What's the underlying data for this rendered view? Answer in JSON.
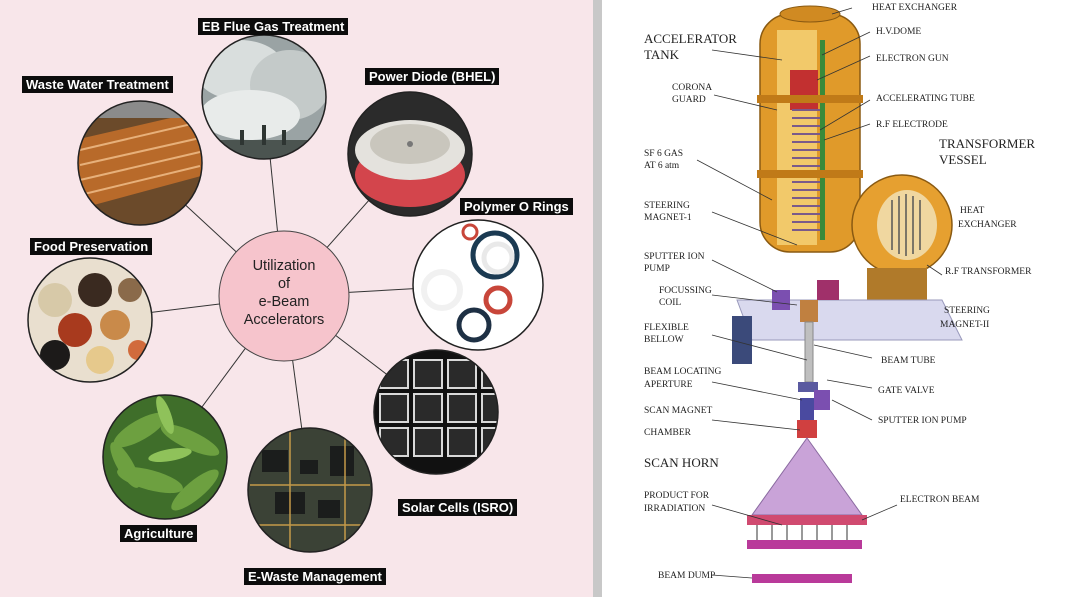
{
  "left_panel": {
    "center": {
      "line1": "Utilization",
      "line2": "of",
      "line3": "e-Beam",
      "line4": "Accelerators"
    },
    "applications": [
      {
        "label": "EB Flue Gas Treatment",
        "icon": "smokestack-photo"
      },
      {
        "label": "Power Diode (BHEL)",
        "icon": "diode-photo"
      },
      {
        "label": "Polymer O Rings",
        "icon": "o-rings-photo"
      },
      {
        "label": "Solar Cells (ISRO)",
        "icon": "solar-cells-photo"
      },
      {
        "label": "E-Waste Management",
        "icon": "circuit-board-photo"
      },
      {
        "label": "Agriculture",
        "icon": "leaves-photo"
      },
      {
        "label": "Food Preservation",
        "icon": "food-bowls-photo"
      },
      {
        "label": "Waste Water Treatment",
        "icon": "water-channel-photo"
      }
    ]
  },
  "right_panel": {
    "labels_big": {
      "accelerator_tank_1": "ACCELERATOR",
      "accelerator_tank_2": "TANK",
      "transformer_vessel_1": "TRANSFORMER",
      "transformer_vessel_2": "VESSEL",
      "scan_horn": "SCAN HORN"
    },
    "labels_small": {
      "heat_exchanger_top": "HEAT EXCHANGER",
      "hv_dome": "H.V.DOME",
      "electron_gun": "ELECTRON GUN",
      "corona_guard_1": "CORONA",
      "corona_guard_2": "GUARD",
      "accelerating_tube": "ACCELERATING TUBE",
      "rf_electrode": "R.F ELECTRODE",
      "sf6_gas_1": "SF 6 GAS",
      "sf6_gas_2": "AT 6 atm",
      "heat_exchanger_side_1": "HEAT",
      "heat_exchanger_side_2": "EXCHANGER",
      "steering_magnet_1a": "STEERING",
      "steering_magnet_1b": "MAGNET-1",
      "sputter_ion_pump_1a": "SPUTTER ION",
      "sputter_ion_pump_1b": "PUMP",
      "rf_transformer": "R.F TRANSFORMER",
      "focussing_coil_1": "FOCUSSING",
      "focussing_coil_2": "COIL",
      "steering_magnet_2a": "STEERING",
      "steering_magnet_2b": "MAGNET-II",
      "flexible_bellow_1": "FLEXIBLE",
      "flexible_bellow_2": "BELLOW",
      "beam_tube": "BEAM TUBE",
      "beam_locating_1": "BEAM LOCATING",
      "beam_locating_2": "APERTURE",
      "gate_valve": "GATE VALVE",
      "scan_magnet": "SCAN MAGNET",
      "sputter_ion_pump_2": "SPUTTER ION PUMP",
      "chamber": "CHAMBER",
      "product_1": "PRODUCT FOR",
      "product_2": "IRRADIATION",
      "electron_beam": "ELECTRON  BEAM",
      "beam_dump": "BEAM DUMP"
    }
  },
  "colors": {
    "left_background": "#f8e6ea",
    "center_circle": "#f6c4cc",
    "label_background": "#0c0c0c",
    "tank_orange": "#e09a2a",
    "horn_violet": "#c9a3d8"
  }
}
